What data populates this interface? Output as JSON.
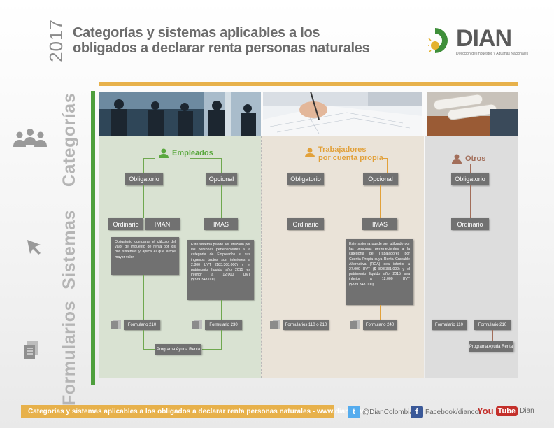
{
  "header": {
    "year": "2017",
    "title_line1": "Categorías y sistemas aplicables  a los",
    "title_line2": "obligados a declarar renta personas naturales",
    "logo_text": "DIAN",
    "logo_subtitle": "Dirección de Impuestos y Aduanas Nacionales"
  },
  "side_labels": {
    "categorias": "Categorías",
    "sistemas": "Sistemas",
    "formularios": "Formularios"
  },
  "categories": {
    "empleados": {
      "title": "Empleados",
      "obligatorio": "Obligatorio",
      "opcional": "Opcional",
      "ordinario": "Ordinario",
      "iman": "IMAN",
      "imas": "IMAS",
      "note_left": "Obligatorio comparar el cálculo del valor de impuesto de renta por los dos sistemas y aplica el que arroje mayor valor.",
      "note_right": "Este sistema puede ser utilizado por las personas pertenecientes a la categoría de Empleados si sus ingresos brutos son inferiores a 2.800 UVT ($83.308.000) y el patrimonio líquido año 2015 es inferior a 12.000 UVT ($339.348.000).",
      "form_left": "Formulario 210",
      "form_right": "Formulario 230",
      "programa": "Programa Ayuda Renta"
    },
    "trabajadores": {
      "title_line1": "Trabajadores",
      "title_line2": "por cuenta propia",
      "obligatorio": "Obligatorio",
      "opcional": "Opcional",
      "ordinario": "Ordinario",
      "imas": "IMAS",
      "note": "Este sistema puede ser utilizado por las personas pertenecientes a la categoría de Trabajadores por Cuenta Propia cuya Renta Gravable Alternativa (RGA) sea inferior a 27.000 UVT ($ 803.331.000) y el patrimonio líquido año 2015 sea inferior a 12.000 UVT ($339.348.000).",
      "form_left": "Formularios 110 o 210",
      "form_right": "Formulario 240"
    },
    "otros": {
      "title": "Otros",
      "obligatorio": "Obligatorio",
      "ordinario": "Ordinario",
      "form_left": "Formulario 110",
      "form_right": "Formulario 210",
      "programa": "Programa Ayuda Renta"
    }
  },
  "footer": {
    "banner": "Categorías y sistemas aplicables a los obligados a declarar renta personas naturales - www.dian.gov.co",
    "twitter": "@DianColombia",
    "facebook": "Facebook/diancol",
    "youtube_a": "You",
    "youtube_b": "Tube",
    "youtube_c": "Dian"
  },
  "colors": {
    "green": "#4e9f3d",
    "orange": "#e2a13a",
    "brown": "#a26e5a",
    "gold": "#e7b14b"
  }
}
